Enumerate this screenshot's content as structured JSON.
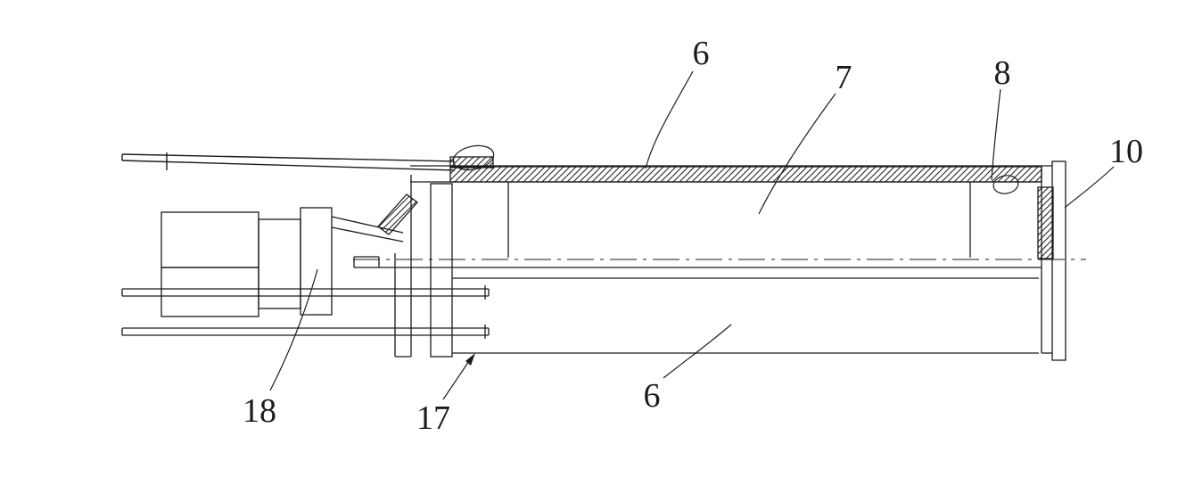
{
  "figure": {
    "type": "patent-technical-drawing",
    "description": "Sectional line drawing of a cylindrical probe assembly with lead rod, hatched tube wall, end cap and connector block",
    "background": "#ffffff",
    "line_color": "#1b1b1b",
    "labels": {
      "ref6_top": "6",
      "ref7": "7",
      "ref8": "8",
      "ref10": "10",
      "ref6_bottom": "6",
      "ref17": "17",
      "ref18": "18"
    }
  }
}
